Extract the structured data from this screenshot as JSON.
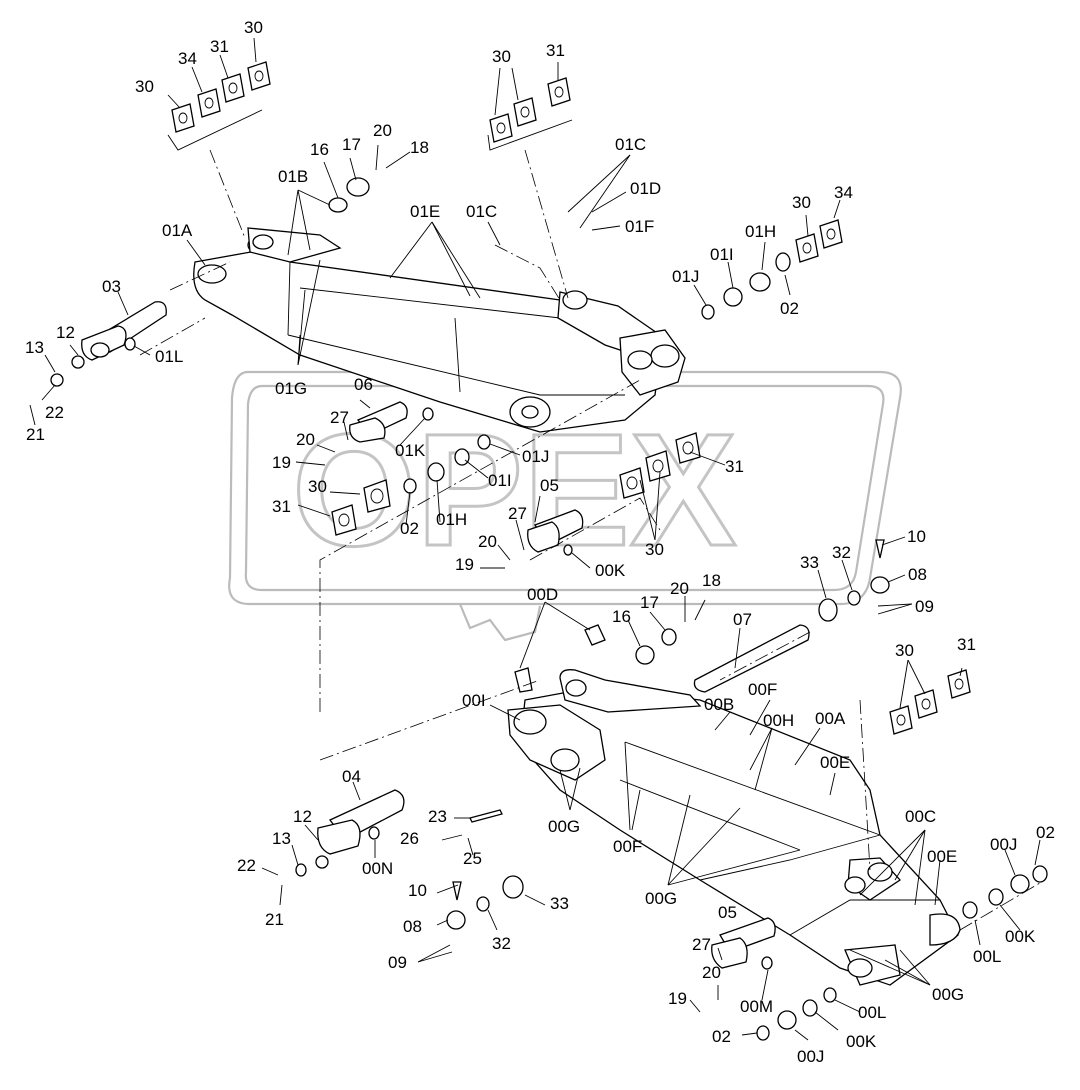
{
  "watermark": {
    "text": "OPEX",
    "color": "#bbbbbb"
  },
  "callouts": {
    "upper": [
      "30",
      "34",
      "31",
      "30",
      "30",
      "31",
      "16",
      "17",
      "20",
      "18",
      "01C",
      "01D",
      "01F",
      "01B",
      "01E",
      "01C",
      "01A",
      "30",
      "34",
      "01H",
      "01I",
      "01J",
      "02",
      "03",
      "12",
      "13",
      "01L",
      "22",
      "21",
      "01G",
      "06",
      "27",
      "20",
      "19",
      "01K",
      "01J",
      "01I",
      "05",
      "30",
      "31",
      "02",
      "01H",
      "27",
      "20",
      "19",
      "00K",
      "31",
      "30"
    ],
    "lower": [
      "10",
      "33",
      "32",
      "08",
      "09",
      "00D",
      "17",
      "20",
      "18",
      "16",
      "07",
      "00F",
      "00B",
      "30",
      "31",
      "00I",
      "00H",
      "00A",
      "00E",
      "04",
      "23",
      "00G",
      "00F",
      "12",
      "13",
      "26",
      "25",
      "22",
      "00N",
      "00C",
      "00E",
      "00J",
      "02",
      "00G",
      "21",
      "10",
      "33",
      "08",
      "32",
      "09",
      "05",
      "27",
      "00K",
      "00L",
      "20",
      "19",
      "00M",
      "00G",
      "00L",
      "02",
      "00J",
      "00K"
    ]
  }
}
